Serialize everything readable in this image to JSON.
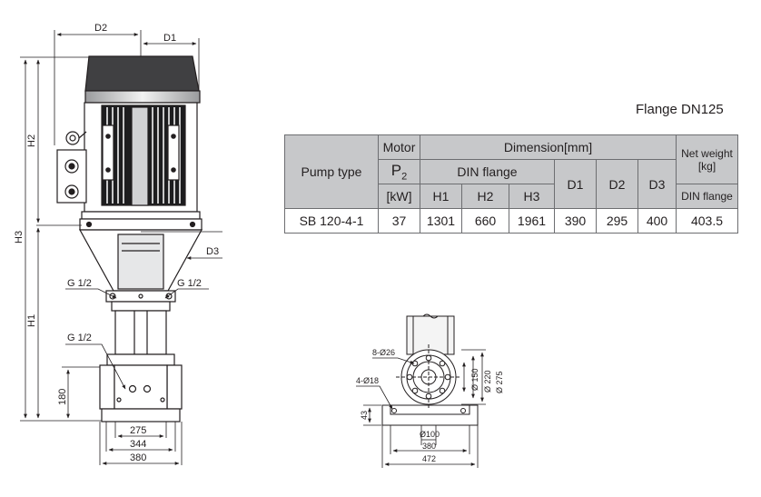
{
  "flange_title": "Flange DN125",
  "table": {
    "pump_type_header": "Pump type",
    "motor_header": "Motor",
    "motor_symbol": "P",
    "motor_symbol_sub": "2",
    "motor_unit": "[kW]",
    "dimension_header": "Dimension[mm]",
    "din_flange_header": "DIN flange",
    "col_h1": "H1",
    "col_h2": "H2",
    "col_h3": "H3",
    "col_d1": "D1",
    "col_d2": "D2",
    "col_d3": "D3",
    "net_weight_header": "Net weight",
    "net_weight_unit": "[kg]",
    "net_weight_sub": "DIN flange",
    "row": {
      "pump_type": "SB 120-4-1",
      "motor": "37",
      "h1": "1301",
      "h2": "660",
      "h3": "1961",
      "d1": "390",
      "d2": "295",
      "d3": "400",
      "weight": "403.5"
    }
  },
  "drawing": {
    "label_d2": "D2",
    "label_d1": "D1",
    "label_d3": "D3",
    "label_h1": "H1",
    "label_h2": "H2",
    "label_h3": "H3",
    "label_g_left_top": "G 1/2",
    "label_g_right_top": "G 1/2",
    "label_g_lower": "G 1/2",
    "dim_180": "180",
    "dim_275": "275",
    "dim_344": "344",
    "dim_380": "380",
    "plan_8_026": "8-Ø26",
    "plan_4_018": "4-Ø18",
    "plan_150": "Ø 150",
    "plan_220": "Ø 220",
    "plan_275": "Ø 275",
    "plan_43": "43",
    "plan_100": "Ø100",
    "plan_380": "380",
    "plan_472": "472"
  }
}
